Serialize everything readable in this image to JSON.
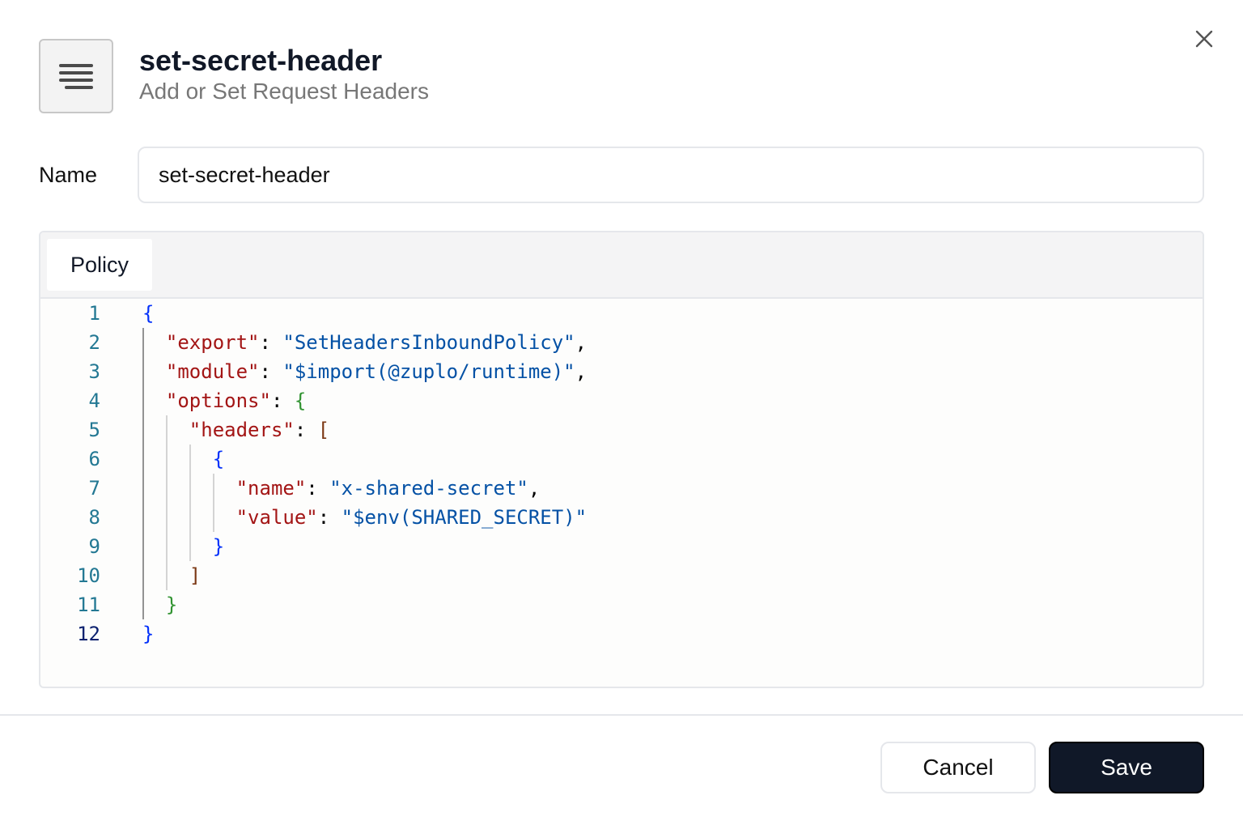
{
  "header": {
    "icon": "align-right-lines-icon",
    "title": "set-secret-header",
    "subtitle": "Add or Set Request Headers"
  },
  "form": {
    "name_label": "Name",
    "name_value": "set-secret-header"
  },
  "tabs": [
    {
      "label": "Policy"
    }
  ],
  "colors": {
    "key": "#a31515",
    "string": "#0451a5",
    "punct": "#000000",
    "brace1": "#0431fa",
    "brace2": "#319331",
    "brace3": "#7b3814",
    "line_number": "#237893",
    "save_bg": "#101828"
  },
  "code": {
    "active_line": 12,
    "lines": [
      {
        "n": "1",
        "indent": 0,
        "tokens": [
          {
            "t": "{",
            "c": "brace1"
          }
        ]
      },
      {
        "n": "2",
        "indent": 1,
        "tokens": [
          {
            "t": "\"export\"",
            "c": "key"
          },
          {
            "t": ": ",
            "c": "punct"
          },
          {
            "t": "\"SetHeadersInboundPolicy\"",
            "c": "string"
          },
          {
            "t": ",",
            "c": "punct"
          }
        ]
      },
      {
        "n": "3",
        "indent": 1,
        "tokens": [
          {
            "t": "\"module\"",
            "c": "key"
          },
          {
            "t": ": ",
            "c": "punct"
          },
          {
            "t": "\"$import(@zuplo/runtime)\"",
            "c": "string"
          },
          {
            "t": ",",
            "c": "punct"
          }
        ]
      },
      {
        "n": "4",
        "indent": 1,
        "tokens": [
          {
            "t": "\"options\"",
            "c": "key"
          },
          {
            "t": ": ",
            "c": "punct"
          },
          {
            "t": "{",
            "c": "brace2"
          }
        ]
      },
      {
        "n": "5",
        "indent": 2,
        "tokens": [
          {
            "t": "\"headers\"",
            "c": "key"
          },
          {
            "t": ": ",
            "c": "punct"
          },
          {
            "t": "[",
            "c": "brace3"
          }
        ]
      },
      {
        "n": "6",
        "indent": 3,
        "tokens": [
          {
            "t": "{",
            "c": "brace1"
          }
        ]
      },
      {
        "n": "7",
        "indent": 4,
        "tokens": [
          {
            "t": "\"name\"",
            "c": "key"
          },
          {
            "t": ": ",
            "c": "punct"
          },
          {
            "t": "\"x-shared-secret\"",
            "c": "string"
          },
          {
            "t": ",",
            "c": "punct"
          }
        ]
      },
      {
        "n": "8",
        "indent": 4,
        "tokens": [
          {
            "t": "\"value\"",
            "c": "key"
          },
          {
            "t": ": ",
            "c": "punct"
          },
          {
            "t": "\"$env(SHARED_SECRET)\"",
            "c": "string"
          }
        ]
      },
      {
        "n": "9",
        "indent": 3,
        "tokens": [
          {
            "t": "}",
            "c": "brace1"
          }
        ]
      },
      {
        "n": "10",
        "indent": 2,
        "tokens": [
          {
            "t": "]",
            "c": "brace3"
          }
        ]
      },
      {
        "n": "11",
        "indent": 1,
        "tokens": [
          {
            "t": "}",
            "c": "brace2"
          }
        ]
      },
      {
        "n": "12",
        "indent": 0,
        "tokens": [
          {
            "t": "}",
            "c": "brace1"
          }
        ]
      }
    ]
  },
  "footer": {
    "cancel_label": "Cancel",
    "save_label": "Save"
  }
}
